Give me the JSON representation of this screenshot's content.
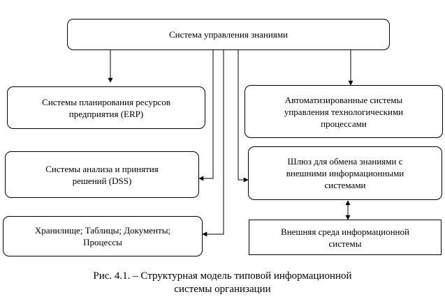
{
  "nodes": {
    "kms": "Система управления знаниями",
    "erp": "Системы планирования ресурсов\nпредприятия (ERP)",
    "acs": "Автоматизированные системы\nуправления технологическими\nпроцессами",
    "dss": "Системы анализа и принятия\nрешений (DSS)",
    "gateway": "Шлюз для обмена знаниями с\nвнешними информационными\nсистемами",
    "storage": "Хранилище; Таблицы; Документы;\nПроцессы",
    "external": "Внешняя среда информационной\nсистемы"
  },
  "caption": "Рис. 4.1. – Структурная модель типовой информационной\nсистемы организации"
}
